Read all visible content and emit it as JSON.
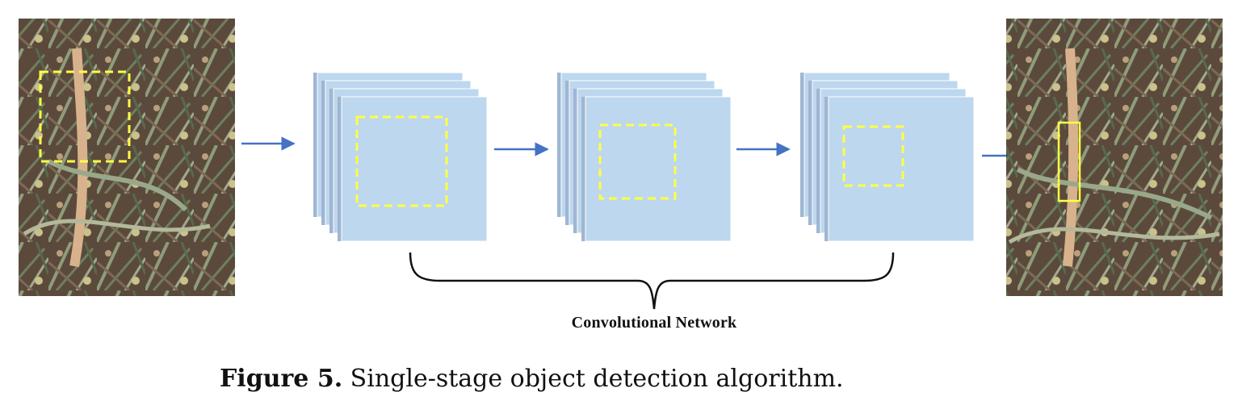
{
  "diagram": {
    "network_label": "Convolutional Network",
    "caption_label": "Figure 5.",
    "caption_text": " Single-stage object detection algorithm.",
    "colors": {
      "feature_map": "#bdd7ee",
      "feature_map_side": "#9fb6d3",
      "dashed_box": "#ffff44",
      "arrow": "#4472c4",
      "brace": "#111111"
    },
    "nodes": [
      {
        "id": "input-image",
        "kind": "image",
        "icon": "wheat-field-photo"
      },
      {
        "id": "feature-stack-1",
        "kind": "feature-map-stack",
        "layers": 4
      },
      {
        "id": "feature-stack-2",
        "kind": "feature-map-stack",
        "layers": 4
      },
      {
        "id": "feature-stack-3",
        "kind": "feature-map-stack",
        "layers": 4
      },
      {
        "id": "output-image",
        "kind": "image",
        "icon": "wheat-field-photo-with-detection-box"
      }
    ],
    "edges": [
      {
        "from": "input-image",
        "to": "feature-stack-1"
      },
      {
        "from": "feature-stack-1",
        "to": "feature-stack-2"
      },
      {
        "from": "feature-stack-2",
        "to": "feature-stack-3"
      },
      {
        "from": "feature-stack-3",
        "to": "output-image"
      }
    ]
  }
}
